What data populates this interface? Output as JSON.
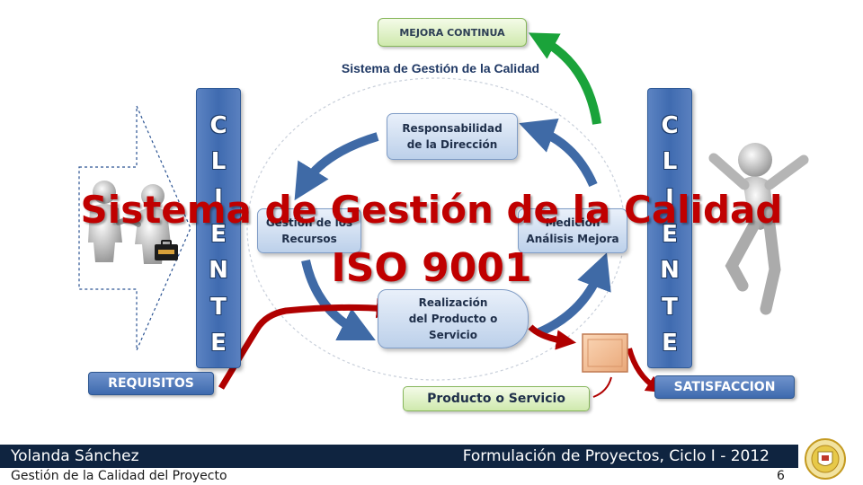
{
  "diagram": {
    "title": "Sistema de Gestión de la Calidad",
    "mejora_continua": "MEJORA CONTINUA",
    "cliente_letters": [
      "C",
      "L",
      "I",
      "E",
      "N",
      "T",
      "E"
    ],
    "nodes": {
      "responsabilidad": [
        "Responsabilidad",
        "de la Dirección"
      ],
      "gestion": [
        "Gestión de los",
        "Recursos"
      ],
      "medicion": [
        "Medición",
        "Análisis Mejora"
      ],
      "realizacion": [
        "Realización",
        "del Producto o",
        "Servicio"
      ]
    },
    "requisitos": "REQUISITOS",
    "satisfaccion": "SATISFACCION",
    "producto_servicio": "Producto o Servicio"
  },
  "overlay": {
    "line1": "Sistema de Gestión de la Calidad",
    "line2": "ISO 9001"
  },
  "footer": {
    "author": "Yolanda Sánchez",
    "course": "Formulación de Proyectos, Ciclo I - 2012",
    "subtitle": "Gestión de la Calidad del Proyecto",
    "page": "6"
  },
  "colors": {
    "cycle_arrow": "#3f6aa6",
    "red_arrow": "#b00000",
    "green_arrow": "#1aa33a",
    "overlay_text": "#c00000",
    "footer_bar": "#0f2440"
  },
  "icons": [
    "handshake-figures-icon",
    "jumping-figure-icon",
    "university-seal-icon",
    "briefcase-icon",
    "product-box-icon"
  ]
}
